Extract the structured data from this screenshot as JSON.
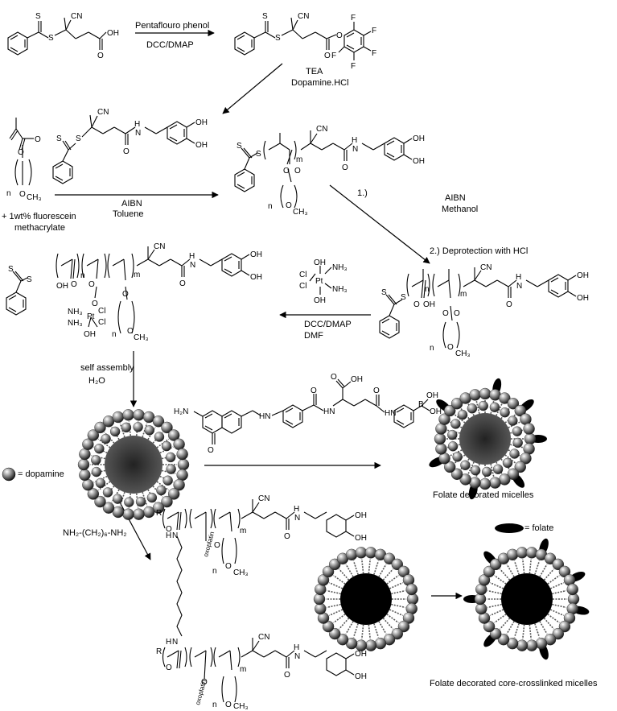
{
  "step1": {
    "reagent_top": "Pentaflouro phenol",
    "reagent_bottom": "DCC/DMAP"
  },
  "step2": {
    "reagent_top": "TEA",
    "reagent_bottom": "Dopamine.HCl"
  },
  "step3": {
    "reagent_top": "AIBN",
    "reagent_bottom": "Toluene",
    "comonomer": "+ 1wt% fluorescein",
    "comonomer_line2": "methacrylate"
  },
  "step4": {
    "label1": "1.)",
    "label2": "AIBN",
    "label3": "Methanol",
    "label4": "2.) Deprotection with HCl"
  },
  "step5": {
    "reagent_top": "DCC/DMAP",
    "reagent_bottom": "DMF"
  },
  "step6": {
    "label1": "self assembly",
    "label2": "H₂O"
  },
  "step7": {
    "reagent": "NH₂-(CH₂)₆-NH₂"
  },
  "legend": {
    "dopamine": "= dopamine",
    "folate": "= folate"
  },
  "captions": {
    "folate_micelles": "Folate decorated micelles",
    "crosslinked": "Folate decorated core-crosslinked micelles"
  },
  "atoms": {
    "cn": "CN",
    "oh": "OH",
    "o": "O",
    "s": "S",
    "f": "F",
    "h": "H",
    "n": "N",
    "nh": "HN",
    "nh2": "H₂N",
    "m": "m",
    "n_sub": "n",
    "ch3": "CH₃",
    "cl": "Cl",
    "pt": "Pt",
    "nh3": "NH₃",
    "oxo": "oxoplatin",
    "b": "B",
    "r": "R"
  }
}
